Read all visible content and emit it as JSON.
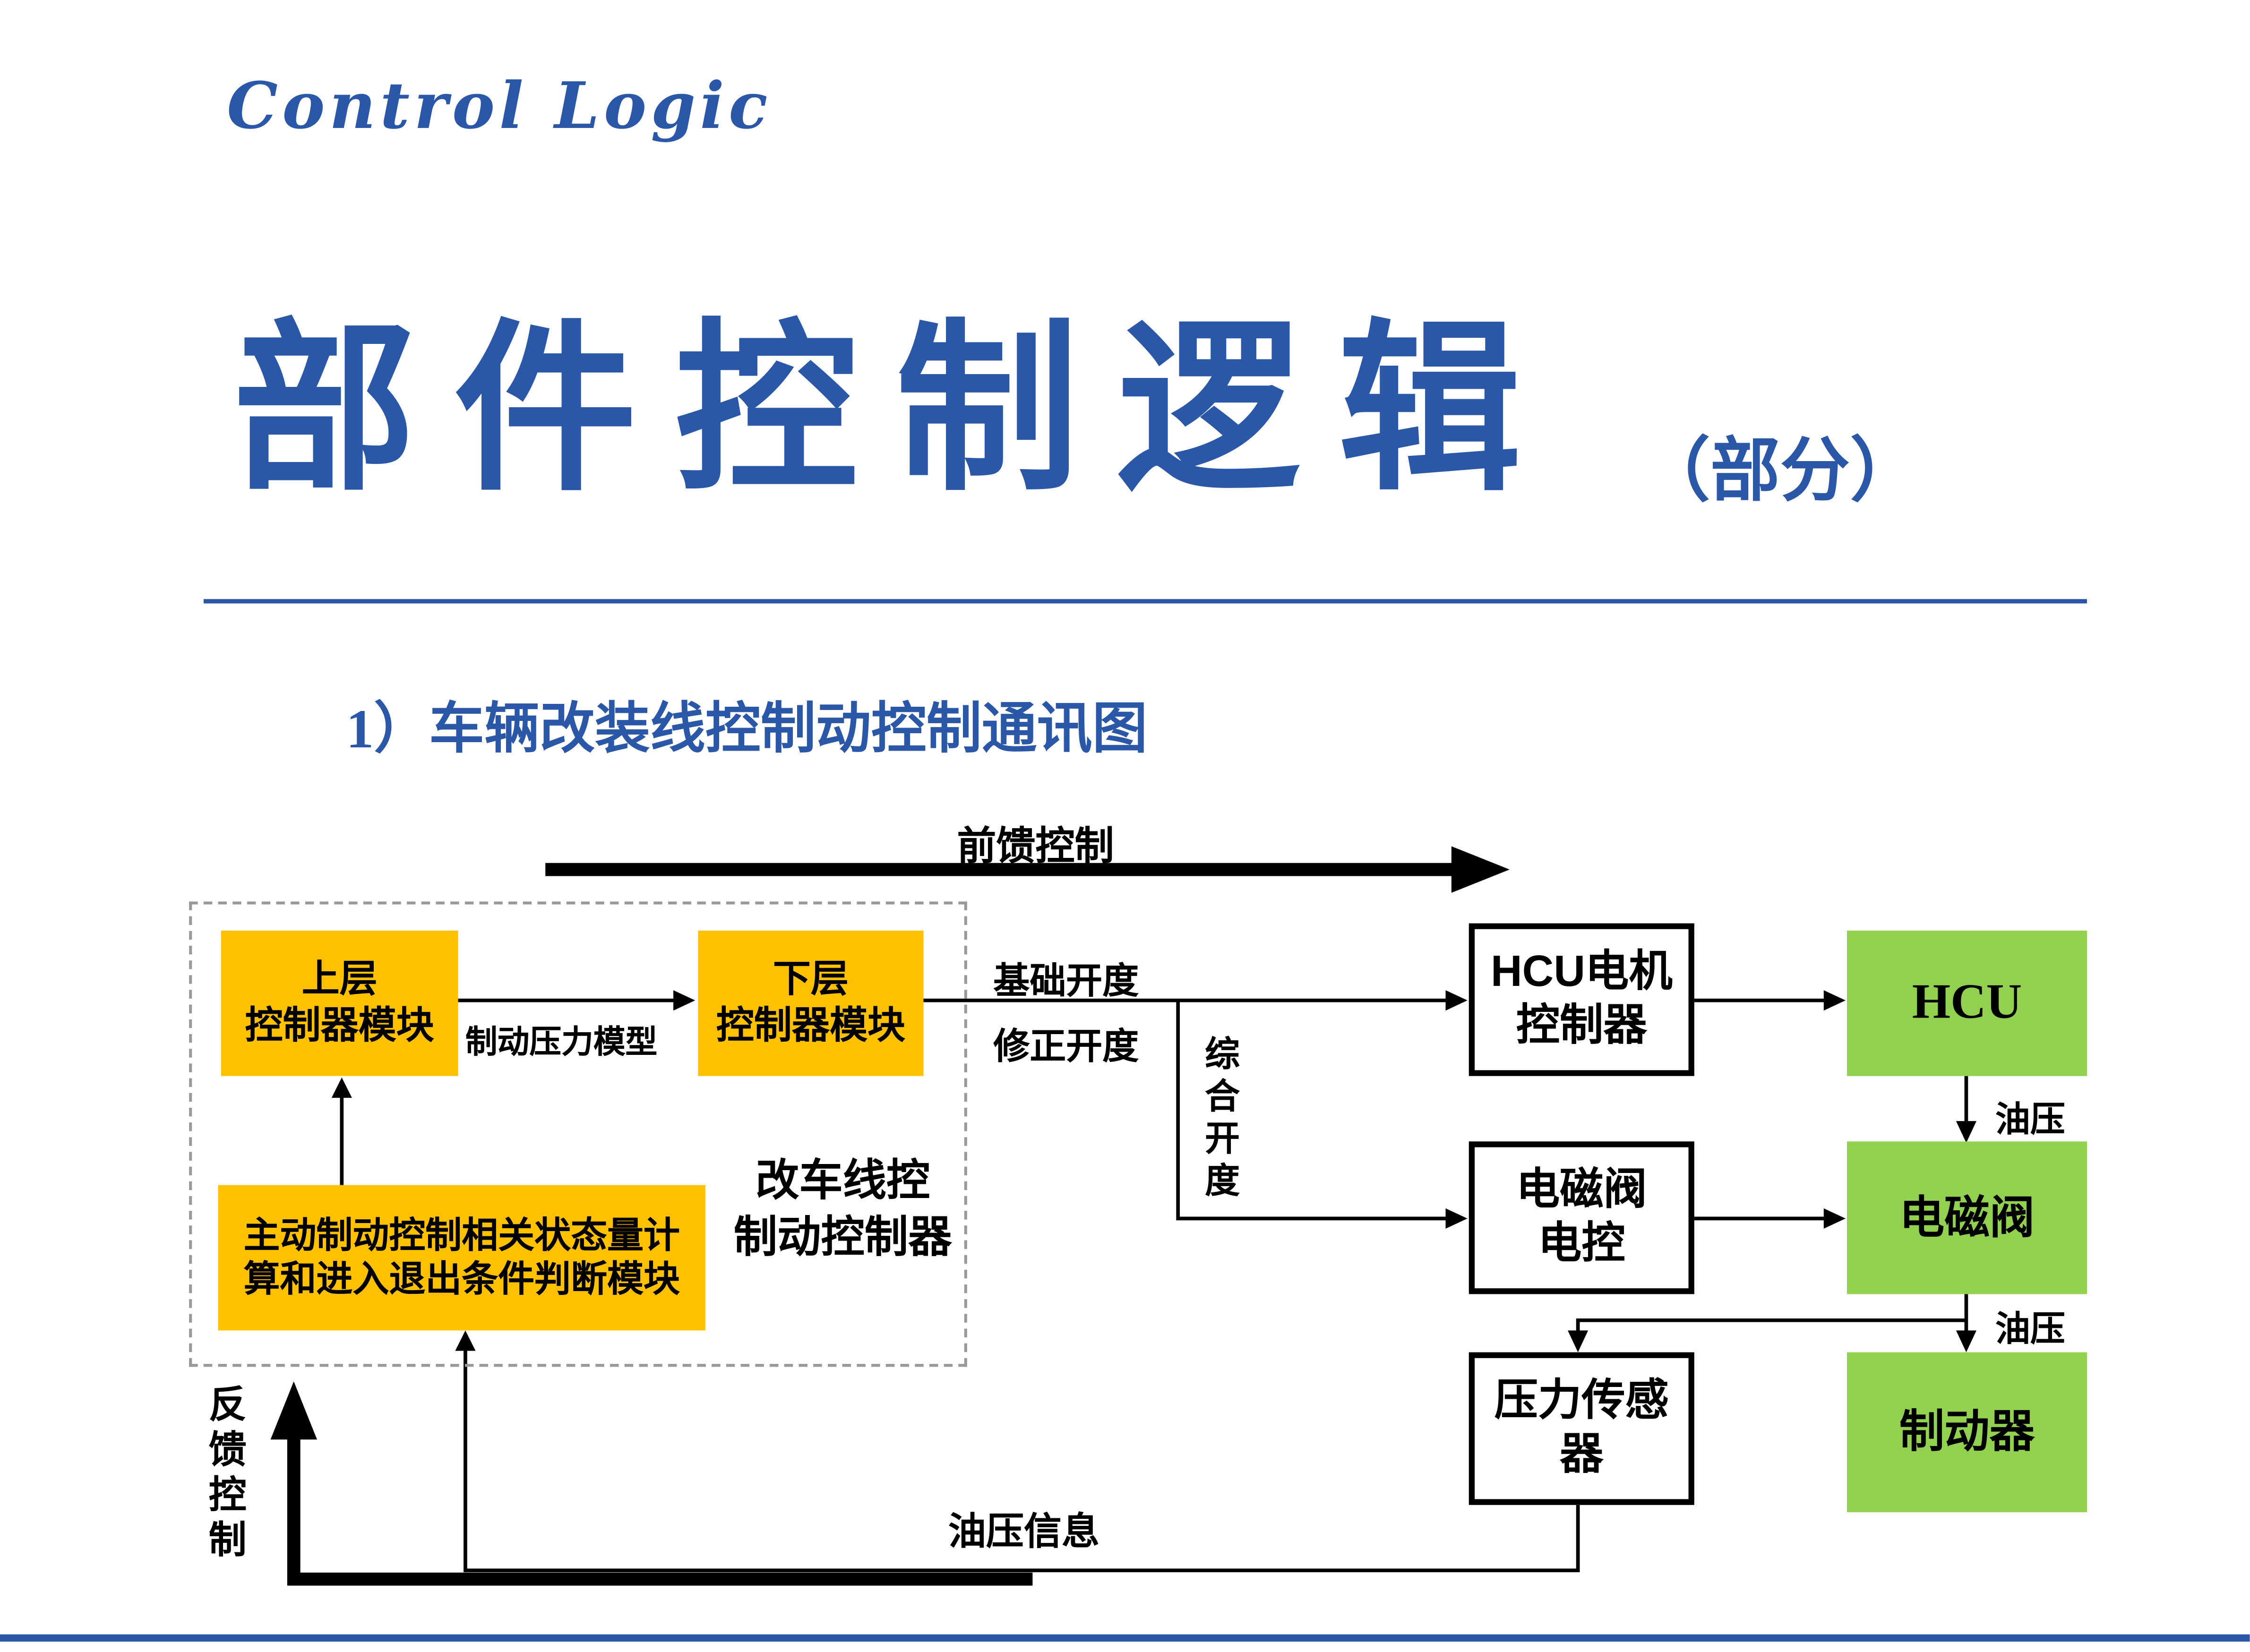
{
  "colors": {
    "accent_blue": "#2B57A8",
    "node_orange": "#FFC000",
    "node_green": "#92D050",
    "line_black": "#000000"
  },
  "header": {
    "eyebrow": "Control Logic",
    "title": "部件控制逻辑",
    "suffix": "（部分）"
  },
  "section": {
    "heading": "1）车辆改装线控制动控制通讯图"
  },
  "diagram": {
    "nodes": {
      "upper_controller": {
        "line1": "上层",
        "line2": "控制器模块"
      },
      "lower_controller": {
        "line1": "下层",
        "line2": "控制器模块"
      },
      "state_module": {
        "line1": "主动制动控制相关状态量计",
        "line2": "算和进入退出条件判断模块"
      },
      "wire_brake_controller_caption": {
        "line1": "改车线控",
        "line2": "制动控制器"
      },
      "hcu_motor_controller": {
        "line1": "HCU电机",
        "line2": "控制器"
      },
      "hcu": {
        "label": "HCU"
      },
      "solenoid_valve_control": {
        "line1": "电磁阀",
        "line2": "电控"
      },
      "solenoid_valve": {
        "label": "电磁阀"
      },
      "pressure_sensor": {
        "line1": "压力传感",
        "line2": "器"
      },
      "brake": {
        "label": "制动器"
      }
    },
    "labels": {
      "feedforward": "前馈控制",
      "brake_pressure_model": "制动压力模型",
      "base_opening": "基础开度",
      "corrected_opening": "修正开度",
      "combined_opening": "综合开度",
      "oil_pressure_hcu": "油压",
      "oil_pressure_valve": "油压",
      "oil_pressure_info": "油压信息",
      "feedback": "反馈控制"
    }
  }
}
